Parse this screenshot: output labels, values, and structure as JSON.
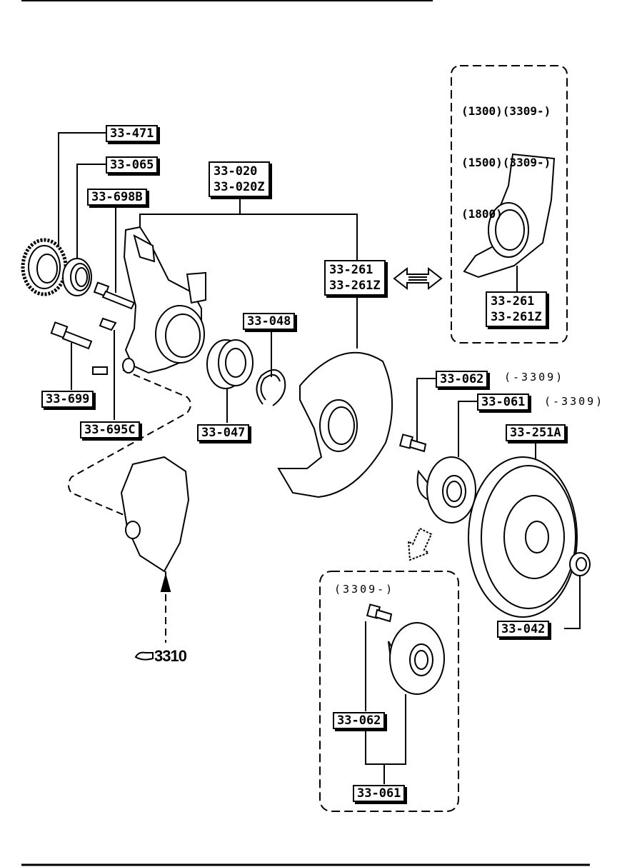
{
  "callouts": {
    "c33_471": "33-471",
    "c33_065": "33-065",
    "c33_698b": "33-698B",
    "c33_020": "33-020",
    "c33_020z": "33-020Z",
    "c33_261": "33-261",
    "c33_261z": "33-261Z",
    "c33_048": "33-048",
    "c33_699": "33-699",
    "c33_695c": "33-695C",
    "c33_047": "33-047",
    "c33_062": "33-062",
    "c33_061": "33-061",
    "c33_251a": "33-251A",
    "c33_042": "33-042",
    "inset_261": "33-261",
    "inset_261z": "33-261Z",
    "inset2_062": "33-062",
    "inset2_061": "33-061"
  },
  "notes": {
    "upto_3309_a": "(-3309)",
    "upto_3309_b": "(-3309)",
    "from_3309": "(3309-)"
  },
  "variant_box": {
    "line1": "(1300)(3309-)",
    "line2": "(1500)(3309-)",
    "line3": "(1800)"
  },
  "reference": {
    "label": "3310"
  }
}
